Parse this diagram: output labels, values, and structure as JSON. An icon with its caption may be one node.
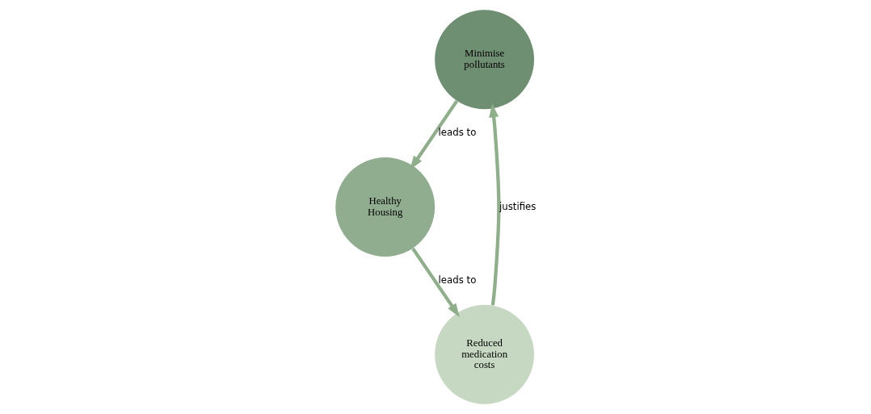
{
  "diagram": {
    "nodes": [
      {
        "text": [
          "Minimise pollutants"
        ]
      },
      {
        "text": [
          "Healthy Housing"
        ]
      },
      {
        "text": [
          "Reduced medication costs"
        ]
      }
    ],
    "edges": [
      {
        "from": 0,
        "to": 1,
        "arrow": "to",
        "label": "leads to"
      },
      {
        "from": 1,
        "to": 2,
        "arrow": "to",
        "label": "leads to"
      },
      {
        "from": 2,
        "to": 0,
        "arrow": "to",
        "label": "justifies"
      }
    ]
  }
}
